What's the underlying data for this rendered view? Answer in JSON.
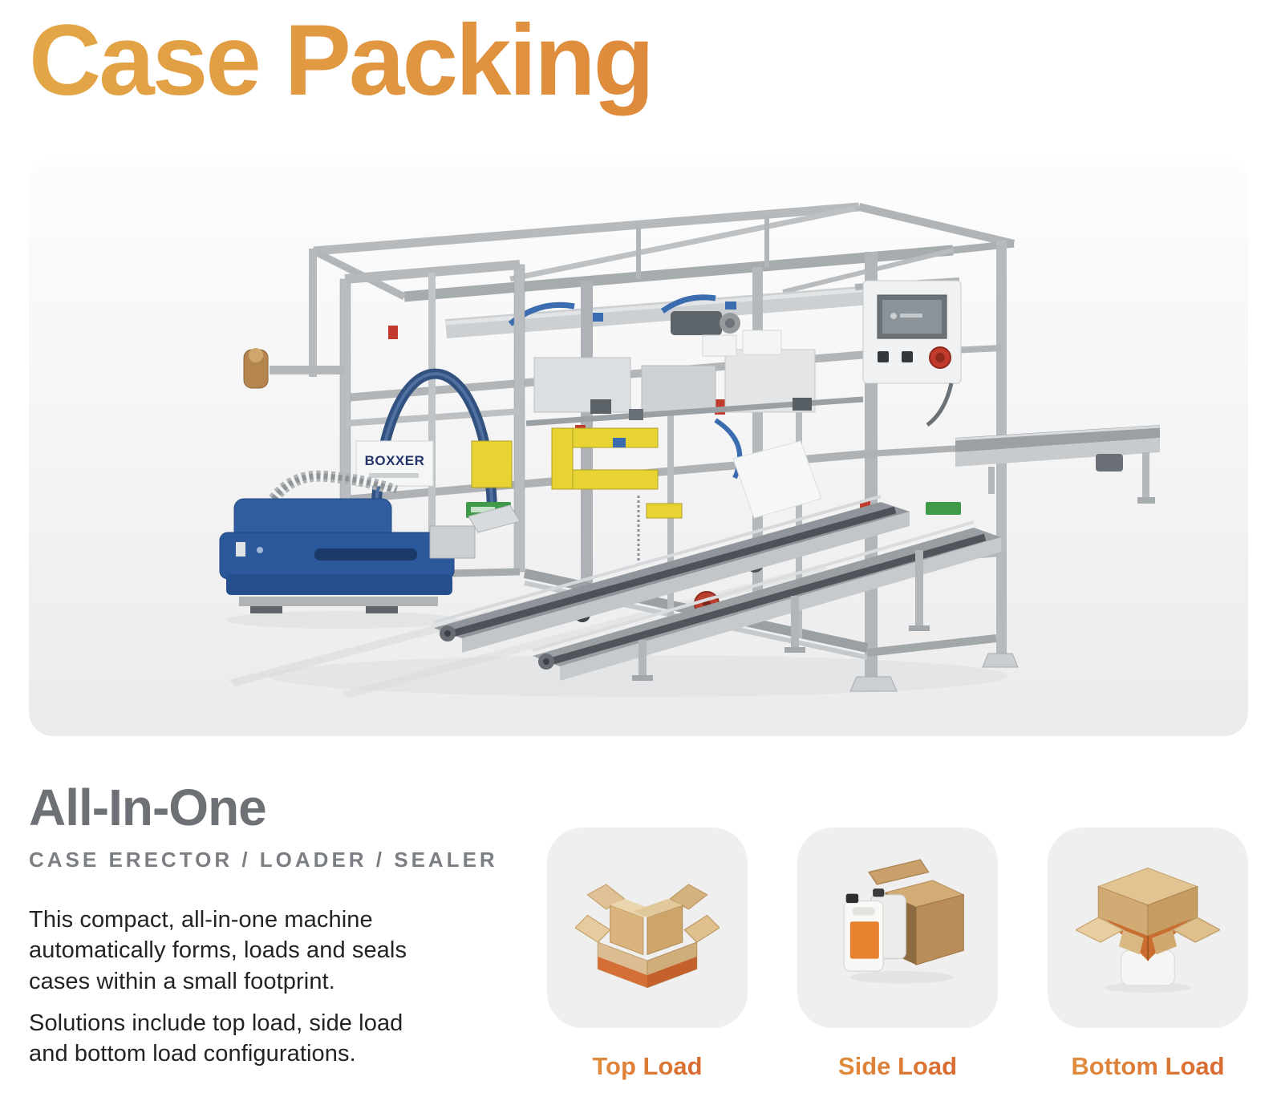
{
  "header": {
    "title": "Case Packing"
  },
  "hero": {
    "machine_brand_label": "BOXXER"
  },
  "intro": {
    "heading": "All-In-One",
    "subheading": "CASE ERECTOR / LOADER / SEALER",
    "paragraphs": {
      "p1": "This compact, all-in-one machine\nautomatically forms, loads and seals\ncases within a small footprint.",
      "p2": "Solutions include top load, side load\nand bottom load configurations."
    }
  },
  "load_types": {
    "items": [
      {
        "label": "Top Load",
        "icon": "top-load-box-icon"
      },
      {
        "label": "Side Load",
        "icon": "side-load-box-icon"
      },
      {
        "label": "Bottom Load",
        "icon": "bottom-load-box-icon"
      }
    ]
  },
  "colors": {
    "title_gradient_start": "#E3A747",
    "title_gradient_end": "#DA6E30",
    "load_label_orange": "#DC7434",
    "heading_gray": "#6D7074",
    "subheading_gray": "#7B7F83",
    "body_text": "#232323",
    "card_background": "#EFEFEF"
  }
}
